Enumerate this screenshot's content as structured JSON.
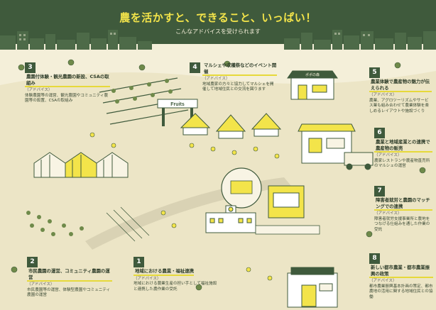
{
  "header": {
    "title": "農を活かすと、できること、いっぱい！",
    "subtitle": "こんなアドバイスを受けられます"
  },
  "sign_text": "Fruits",
  "building_sign": "ポポの森",
  "panels": [
    {
      "num": "3",
      "title": "農園付体験・観光農園の新設、CSAの取組み",
      "label": "（アドバイス）",
      "text": "体験農園等の運営、観光農園やコミュニティ農園等の設置、CSAの取組み"
    },
    {
      "num": "4",
      "title": "マルシェや収穫祭などのイベント開催",
      "label": "（アドバイス）",
      "text": "地域農家の方々と協力してマルシェを開催して地域住民との交流を図ります"
    },
    {
      "num": "5",
      "title": "農業体験で農産物の魅力が伝えられる",
      "label": "（アドバイス）",
      "text": "農業、アグロツーリズムやサービス業も組み合わせて農業体験を楽しめるレイアウトや施設づくり"
    },
    {
      "num": "6",
      "title": "農業と地域産業との連携で農産物の販売",
      "label": "（アドバイス）",
      "text": "農家レストランや農産物直売所のマルシェの運営"
    },
    {
      "num": "7",
      "title": "障害者就労と農園のマッチングでの連携",
      "label": "（アドバイス）",
      "text": "障害者就労支援事業所と農地をつなげる仕組みを通した作業の受託"
    },
    {
      "num": "2",
      "title": "市民農園の運営、コミュニティ農園の運営",
      "label": "（アドバイス）",
      "text": "市民農園等の運営、体験型農園やコミュニティ農園の運営"
    },
    {
      "num": "1",
      "title": "地域における農業・福祉連携",
      "label": "（アドバイス）",
      "text": "地域における農業生産の担い手として福祉施設と連携した農作業の受託"
    },
    {
      "num": "8",
      "title": "新しい都市農業・都市農業振興の政策",
      "label": "（アドバイス）",
      "text": "都市農業振興基本計画の策定、都市農地の活用に関する地域住民との協働"
    }
  ],
  "colors": {
    "header": "#3f5a3c",
    "accent": "#f3e44a",
    "background": "#f4efd9",
    "ink": "#3b4a35"
  }
}
